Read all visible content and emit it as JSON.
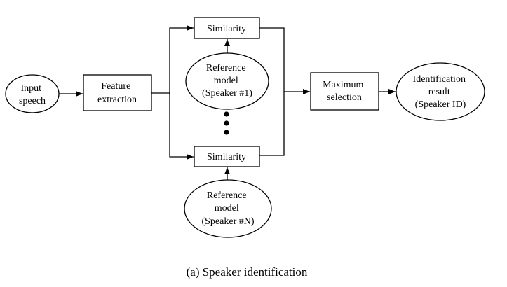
{
  "diagram": {
    "nodes": {
      "input_speech": [
        "Input",
        "speech"
      ],
      "feature_extraction": [
        "Feature",
        "extraction"
      ],
      "similarity_top": [
        "Similarity"
      ],
      "reference_top": [
        "Reference",
        "model",
        "(Speaker #1)"
      ],
      "similarity_bottom": [
        "Similarity"
      ],
      "reference_bottom": [
        "Reference",
        "model",
        "(Speaker #N)"
      ],
      "maximum_selection": [
        "Maximum",
        "selection"
      ],
      "identification_result": [
        "Identification",
        "result",
        "(Speaker ID)"
      ]
    },
    "caption": "(a) Speaker identification"
  }
}
